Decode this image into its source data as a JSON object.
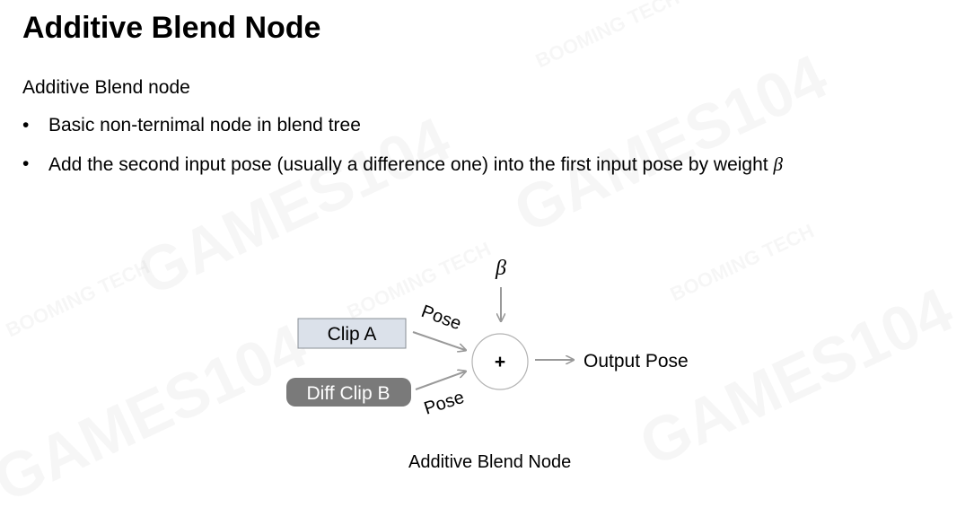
{
  "slide": {
    "title": "Additive Blend Node",
    "subtitle": "Additive Blend node",
    "bullets": [
      "Basic non-ternimal node in blend tree",
      "Add the second input pose (usually a difference one) into the first input pose by weight"
    ],
    "bullet_symbol": "β",
    "watermarks": [
      "GAMES104",
      "BOOMING TECH"
    ]
  },
  "diagram": {
    "input_a": "Clip A",
    "input_b": "Diff Clip B",
    "edge_label_a": "Pose",
    "edge_label_b": "Pose",
    "weight_symbol": "β",
    "operator": "+",
    "output": "Output Pose",
    "caption": "Additive Blend Node",
    "colors": {
      "clip_a_fill": "#dbe1ea",
      "clip_a_border": "#8a8f96",
      "diff_clip_fill": "#7a7a7a",
      "arrow": "#999999"
    }
  }
}
